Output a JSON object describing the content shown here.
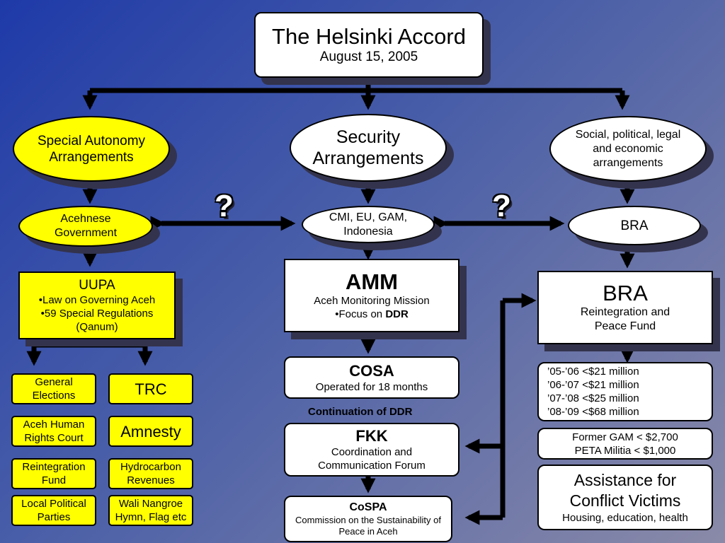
{
  "root": {
    "title": "The Helsinki Accord",
    "date": "August 15, 2005"
  },
  "level1": {
    "autonomy": "Special Autonomy Arrangements",
    "security": "Security Arrangements",
    "social": "Social, political, legal and economic arrangements"
  },
  "level2": {
    "acehnese": "Acehnese Government",
    "cmi": "CMI, EU, GAM, Indonesia",
    "bra": "BRA"
  },
  "question_mark": "?",
  "uupa": {
    "title": "UUPA",
    "items": [
      "•Law on Governing Aceh",
      "•59 Special Regulations (Qanum)"
    ]
  },
  "amm": {
    "title": "AMM",
    "subtitle": "Aceh Monitoring Mission",
    "focus_prefix": "•Focus on ",
    "focus_bold": "DDR"
  },
  "cosa": {
    "title": "COSA",
    "subtitle": "Operated for 18 months"
  },
  "continuation": "Continuation of DDR",
  "fkk": {
    "title": "FKK",
    "subtitle": "Coordination and Communication Forum"
  },
  "cospa": {
    "title": "CoSPA",
    "subtitle": "Commission on the Sustainability of Peace in Aceh"
  },
  "bra_fund": {
    "title": "BRA",
    "subtitle": "Reintegration and Peace Fund"
  },
  "funding": [
    "’05-’06 <$21 million",
    "’06-’07 <$21 million",
    "’07-’08 <$25 million",
    "’08-’09 <$68 million"
  ],
  "payments": [
    "Former GAM < $2,700",
    "PETA Militia < $1,000"
  ],
  "assistance": {
    "title": "Assistance for Conflict Victims",
    "subtitle": "Housing, education, health"
  },
  "left_items": {
    "general_elections": "General Elections",
    "trc": "TRC",
    "human_rights_court": "Aceh Human Rights Court",
    "amnesty": "Amnesty",
    "reintegration_fund": "Reintegration Fund",
    "hydrocarbon": "Hydrocarbon Revenues",
    "local_parties": "Local Political Parties",
    "wali_nangroe": "Wali Nangroe Hymn, Flag etc"
  }
}
